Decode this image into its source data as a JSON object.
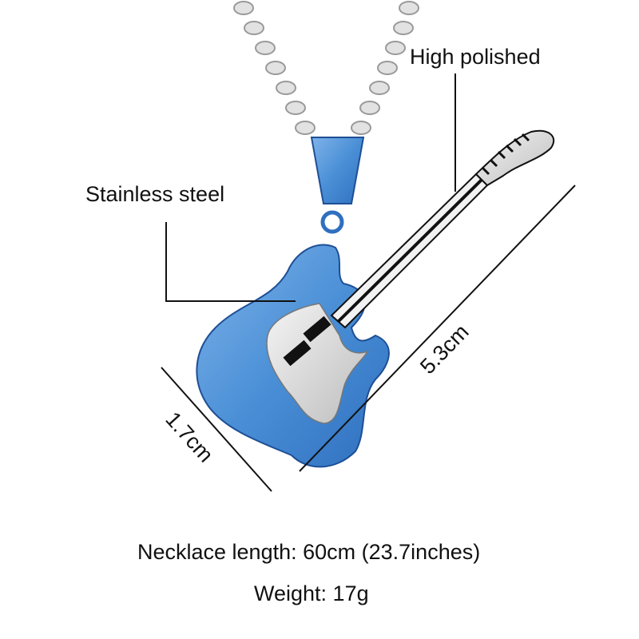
{
  "annotations": {
    "finish": "High polished",
    "material": "Stainless steel",
    "length_dim": "5.3cm",
    "width_dim": "1.7cm"
  },
  "specs": {
    "necklace_length": "Necklace length: 60cm (23.7inches)",
    "weight": "Weight: 17g"
  },
  "colors": {
    "pendant_blue": "#4a8fd6",
    "steel": "#d8d8d8",
    "line": "#111111"
  }
}
